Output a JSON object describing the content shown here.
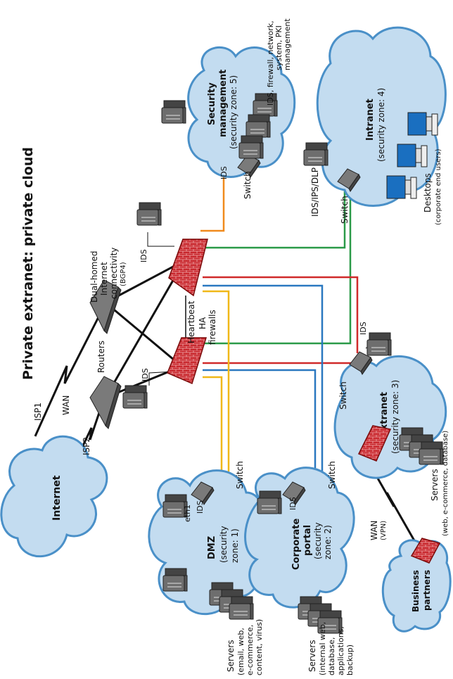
{
  "title": "Private extranet: private cloud",
  "colors": {
    "cloud_fill": "#c3dcf0",
    "cloud_stroke": "#4a90c8",
    "orange": "#f08a1c",
    "green": "#2a9a48",
    "red": "#d02a2a",
    "blue": "#2a78c0",
    "yellow": "#f0b818",
    "firewall": "#c8282e",
    "device": "#777777"
  },
  "clouds": {
    "internet": "Internet",
    "dmz": {
      "name": "DMZ",
      "zone": "(security",
      "zone2": "zone: 1)"
    },
    "portal": {
      "name": "Corporate",
      "name2": "portal",
      "zone": "(security",
      "zone2": "zone: 2)"
    },
    "extranet": {
      "name": "Extranet",
      "zone": "(security zone: 3)"
    },
    "intranet": {
      "name": "Intranet",
      "zone": "(security zone: 4)"
    },
    "secmgmt": {
      "name": "Security",
      "name2": "management",
      "zone": "(security zone: 5)"
    },
    "partners": {
      "name": "Business",
      "name2": "partners"
    }
  },
  "labels": {
    "isp1": "ISP1",
    "isp2": "ISP2",
    "wan": "WAN",
    "routers": "Routers",
    "dual1": "Dual-homed",
    "dual2": "Internet",
    "dual3": "connectivity",
    "dual4": "(BGP4)",
    "ids": "IDS",
    "heartbeat": "Heartbeat",
    "ha1": "HA",
    "ha2": "firewalls",
    "switch": "Switch",
    "eth1": "eth1",
    "idsipsdlp": "IDS/IPS/DLP",
    "wanvpn1": "WAN",
    "wanvpn2": "(VPN)",
    "dmz_servers": [
      "Servers",
      "(email, web,",
      "e-commerce,",
      "content, virus)"
    ],
    "portal_servers": [
      "Servers",
      "(internal web,",
      "database,",
      "applications,",
      "backup)"
    ],
    "extranet_servers": [
      "Servers",
      "(web, e-commerce, database)"
    ],
    "sec_servers": [
      "IDS, firewall, network,",
      "system, PKI",
      "management"
    ],
    "desktops": [
      "Desktops",
      "(corporate end users)"
    ]
  }
}
